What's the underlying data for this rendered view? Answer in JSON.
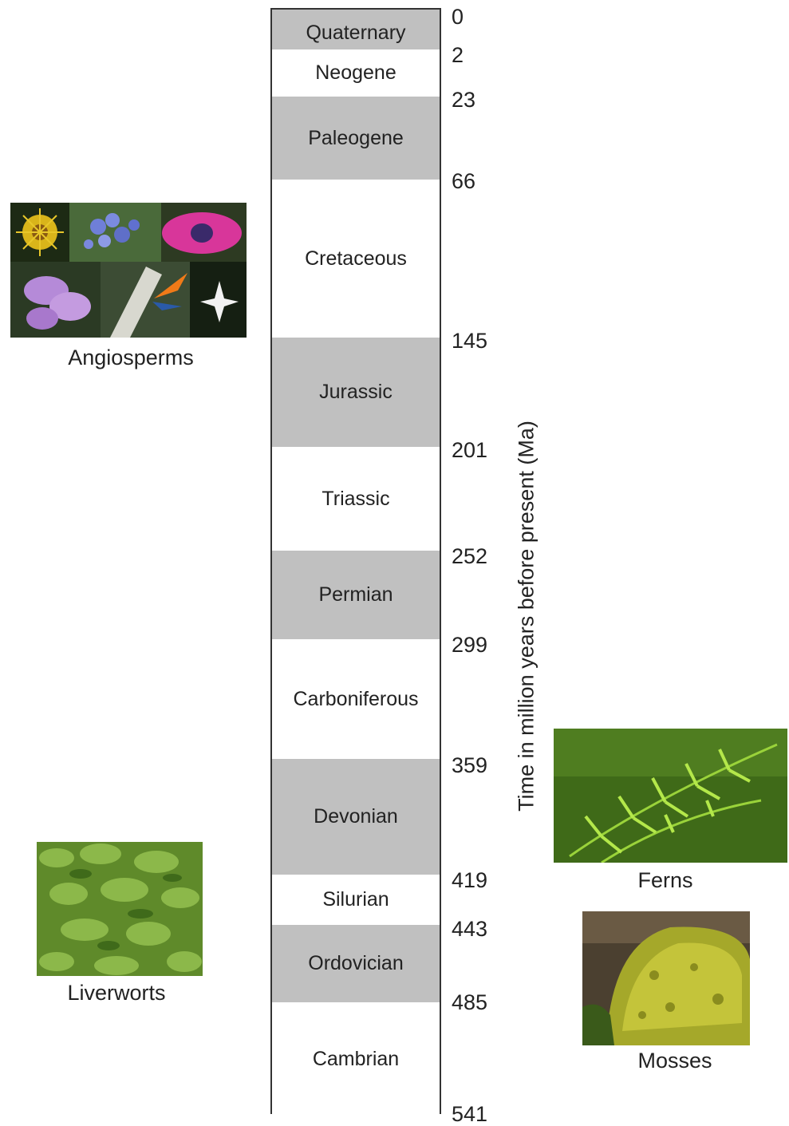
{
  "axis_title": "Time in million years before present (Ma)",
  "periods": [
    {
      "name": "Quaternary",
      "start": 0,
      "end": 2.58,
      "shaded": true
    },
    {
      "name": "Neogene",
      "start": 2.58,
      "end": 23,
      "shaded": false
    },
    {
      "name": "Paleogene",
      "start": 23,
      "end": 66,
      "shaded": true
    },
    {
      "name": "Cretaceous",
      "start": 66,
      "end": 145,
      "shaded": false
    },
    {
      "name": "Jurassic",
      "start": 145,
      "end": 201,
      "shaded": true
    },
    {
      "name": "Triassic",
      "start": 201,
      "end": 252,
      "shaded": false
    },
    {
      "name": "Permian",
      "start": 252,
      "end": 299,
      "shaded": true
    },
    {
      "name": "Carboniferous",
      "start": 299,
      "end": 359,
      "shaded": false
    },
    {
      "name": "Devonian",
      "start": 359,
      "end": 419,
      "shaded": true
    },
    {
      "name": "Silurian",
      "start": 419,
      "end": 443,
      "shaded": false
    },
    {
      "name": "Ordovician",
      "start": 443,
      "end": 485,
      "shaded": true
    },
    {
      "name": "Cambrian",
      "start": 485,
      "end": 541,
      "shaded": false
    }
  ],
  "ticks": [
    "0",
    "2",
    "23",
    "66",
    "145",
    "201",
    "252",
    "299",
    "359",
    "419",
    "443",
    "485",
    "541"
  ],
  "plant_groups": {
    "angiosperms": "Angiosperms",
    "liverworts": "Liverworts",
    "ferns": "Ferns",
    "mosses": "Mosses"
  },
  "colors": {
    "shaded_period": "#c0c0c0",
    "plain_period": "#ffffff",
    "border": "#333333"
  }
}
